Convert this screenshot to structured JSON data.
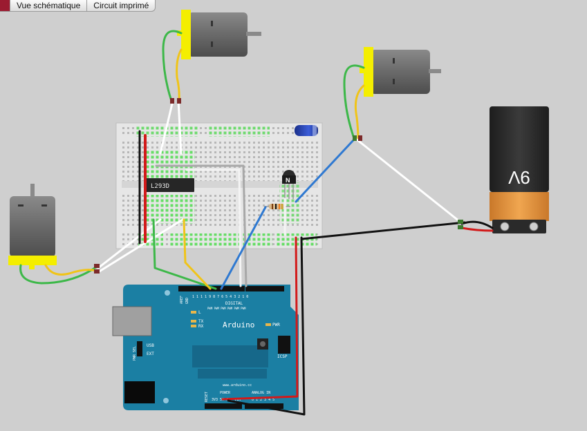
{
  "tabs": [
    {
      "label": "Vue schématique"
    },
    {
      "label": "Circuit imprimé"
    }
  ],
  "parts": {
    "chip_label": "L293D",
    "transistor_label": "N",
    "battery_label": "9V",
    "arduino_brand": "Arduino",
    "arduino_url": "www.arduino.cc",
    "header_digital": "DIGITAL",
    "header_power": "POWER",
    "header_analog": "ANALOG IN",
    "label_aref": "AREF",
    "label_gnd": "GND",
    "label_l": "L",
    "label_tx": "TX",
    "label_rx": "RX",
    "label_pwr": "PWR",
    "label_icsp": "ICSP",
    "label_usb": "USB",
    "label_ext": "EXT",
    "label_pwrsel": "PWR SEL",
    "label_reset": "RESET",
    "pin_digital": "1 1 1 1 9 8   7 6 5 4 3 2 1 0",
    "pin_pwm": "PWM PWM PWM   PWM PWM PWM",
    "pin_power": "3V3 5V Gnd Vin",
    "pin_analog": "0 1 2 3 4 5"
  },
  "colors": {
    "arduino": "#1b7fa3",
    "breadboard": "#e6e6e6",
    "motor": "#6b6b6b",
    "motor_cap": "#f4ee00",
    "battery_top": "#2b2b2b",
    "battery_bottom": "#e2943b",
    "wire_green": "#3db849",
    "wire_yellow": "#f0c419",
    "wire_red": "#d21a1a",
    "wire_black": "#111111",
    "wire_blue": "#2f79d1",
    "wire_white": "#f4f4f4",
    "wire_grey": "#a8a8a8"
  }
}
